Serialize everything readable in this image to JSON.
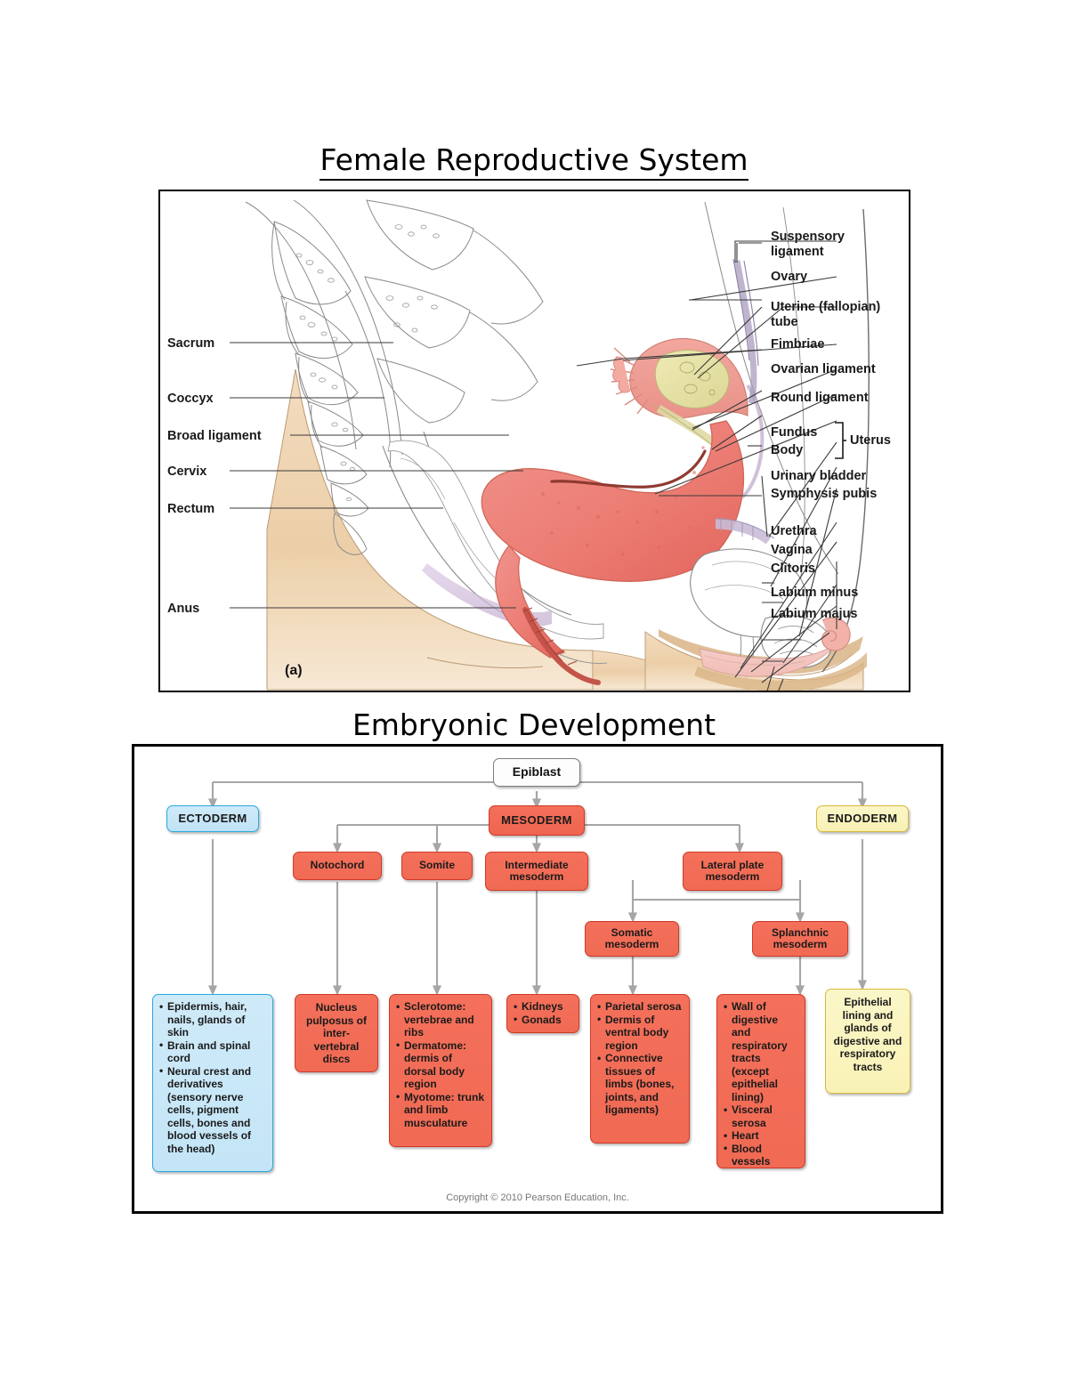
{
  "document": {
    "section_1_title": "Female Reproductive System",
    "section_2_title": "Embryonic Development"
  },
  "anatomy_figure": {
    "part_letter": "(a)",
    "labels_left": [
      {
        "text": "Sacrum",
        "leader_to": "sacrum"
      },
      {
        "text": "Coccyx",
        "leader_to": "coccyx"
      },
      {
        "text": "Broad ligament",
        "leader_to": "broad-ligament"
      },
      {
        "text": "Cervix",
        "leader_to": "cervix"
      },
      {
        "text": "Rectum",
        "leader_to": "rectum"
      },
      {
        "text": "Anus",
        "leader_to": "anus"
      }
    ],
    "labels_right": [
      {
        "text": "Suspensory\nligament",
        "leader_to": "suspensory-ligament"
      },
      {
        "text": "Ovary",
        "leader_to": "ovary"
      },
      {
        "text": "Uterine (fallopian)\ntube",
        "leader_to": "uterine-tube"
      },
      {
        "text": "Fimbriae",
        "leader_to": "fimbriae"
      },
      {
        "text": "Ovarian ligament",
        "leader_to": "ovarian-ligament"
      },
      {
        "text": "Round ligament",
        "leader_to": "round-ligament"
      },
      {
        "text": "Fundus",
        "leader_to": "fundus"
      },
      {
        "text": "Body",
        "leader_to": "body"
      },
      {
        "text": "Urinary bladder",
        "leader_to": "urinary-bladder"
      },
      {
        "text": "Symphysis pubis",
        "leader_to": "symphysis-pubis"
      },
      {
        "text": "Urethra",
        "leader_to": "urethra"
      },
      {
        "text": "Vagina",
        "leader_to": "vagina"
      },
      {
        "text": "Clitoris",
        "leader_to": "clitoris"
      },
      {
        "text": "Labium minus",
        "leader_to": "labium-minus"
      },
      {
        "text": "Labium majus",
        "leader_to": "labium-majus"
      }
    ],
    "bracket_label": "Uterus",
    "colors": {
      "uterus": "#ef8a82",
      "ovary": "#e8e3a8",
      "skin": "#eccfa8",
      "labia": "#f5c9c4",
      "outline": "#555555"
    }
  },
  "flowchart": {
    "copyright": "Copyright © 2010 Pearson Education, Inc.",
    "colors": {
      "ectoderm_fill": "#cfeaf8",
      "ectoderm_border": "#29a8dd",
      "mesoderm_fill": "#f4705a",
      "mesoderm_border": "#cf3a26",
      "endoderm_fill": "#fbf6c8",
      "endoderm_border": "#d9b93a",
      "connector": "#a6a6a6"
    },
    "nodes": {
      "epiblast": "Epiblast",
      "ectoderm": "ECTODERM",
      "mesoderm": "MESODERM",
      "endoderm": "ENDODERM",
      "notochord": "Notochord",
      "somite": "Somite",
      "intermediate_mesoderm": "Intermediate mesoderm",
      "lateral_plate_mesoderm": "Lateral plate mesoderm",
      "somatic_mesoderm": "Somatic mesoderm",
      "splanchnic_mesoderm": "Splanchnic mesoderm"
    },
    "outcomes": {
      "ectoderm_items": [
        "Epidermis, hair, nails, glands of skin",
        "Brain and spinal cord",
        "Neural crest and derivatives (sensory nerve cells, pigment cells, bones and blood vessels of the head)"
      ],
      "notochord_text": "Nucleus pulposus of inter- vertebral discs",
      "somite_items": [
        "Sclerotome: vertebrae and ribs",
        "Dermatome: dermis of dorsal body region",
        "Myotome: trunk and limb musculature"
      ],
      "intermediate_items": [
        "Kidneys",
        "Gonads"
      ],
      "somatic_items": [
        "Parietal serosa",
        "Dermis of ventral body region",
        "Connective tissues of limbs (bones, joints, and ligaments)"
      ],
      "splanchnic_items": [
        "Wall of digestive and respiratory tracts (except epithelial lining)",
        "Visceral serosa",
        "Heart",
        "Blood vessels"
      ],
      "endoderm_text": "Epithelial lining and glands of digestive and respiratory tracts"
    }
  }
}
